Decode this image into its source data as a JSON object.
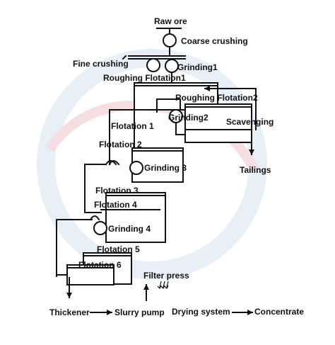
{
  "diagram": {
    "nodes": {
      "raw_ore": "Raw ore",
      "coarse_crushing": "Coarse crushing",
      "fine_crushing": "Fine crushing",
      "grinding1": "Grinding1",
      "roughing_flotation1": "Roughing Flotation1",
      "roughing_flotation2": "Roughing Flotation2",
      "grinding2": "Grinding2",
      "scavenging": "Scavenging",
      "flotation1": "Flotation 1",
      "flotation2": "Flotation 2",
      "grinding3": "Grinding 3",
      "tailings": "Tailings",
      "flotation3": "Flotation 3",
      "flotation4": "Flotation 4",
      "grinding4": "Grinding 4",
      "flotation5": "Flotation 5",
      "flotation6": "Flotation 6",
      "filter_press": "Filter press",
      "thickener": "Thickener",
      "slurry_pump": "Slurry pump",
      "drying_system": "Drying system",
      "concentrate": "Concentrate"
    },
    "watermark_color": "#d8e4f4",
    "line_color": "#111111"
  }
}
